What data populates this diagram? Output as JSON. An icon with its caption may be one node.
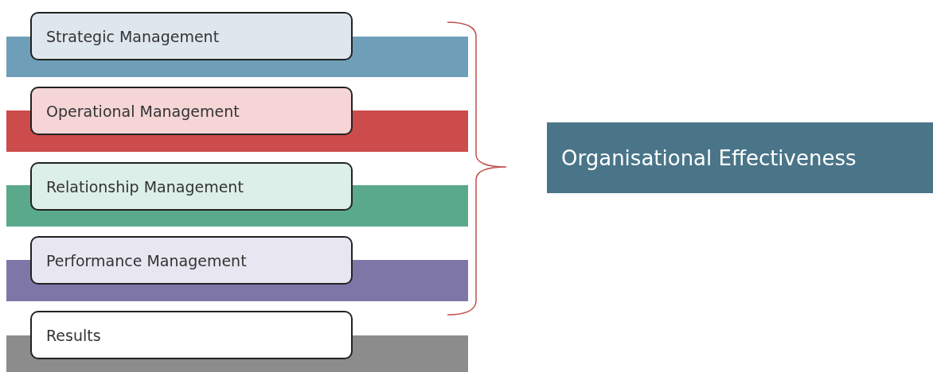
{
  "diagram": {
    "nodes": [
      {
        "text": [
          "Strategic Management"
        ]
      },
      {
        "text": [],
        "shape": "bar"
      },
      {
        "text": [
          "Operational Management"
        ]
      },
      {
        "text": [],
        "shape": "bar"
      },
      {
        "text": [
          "Relationship Management"
        ]
      },
      {
        "text": [],
        "shape": "bar"
      },
      {
        "text": [
          "Performance Management"
        ]
      },
      {
        "text": [],
        "shape": "bar"
      },
      {
        "text": [
          "Results"
        ]
      },
      {
        "text": [],
        "shape": "bar"
      },
      {
        "text": [
          "Organisational Effectiveness"
        ]
      }
    ]
  }
}
